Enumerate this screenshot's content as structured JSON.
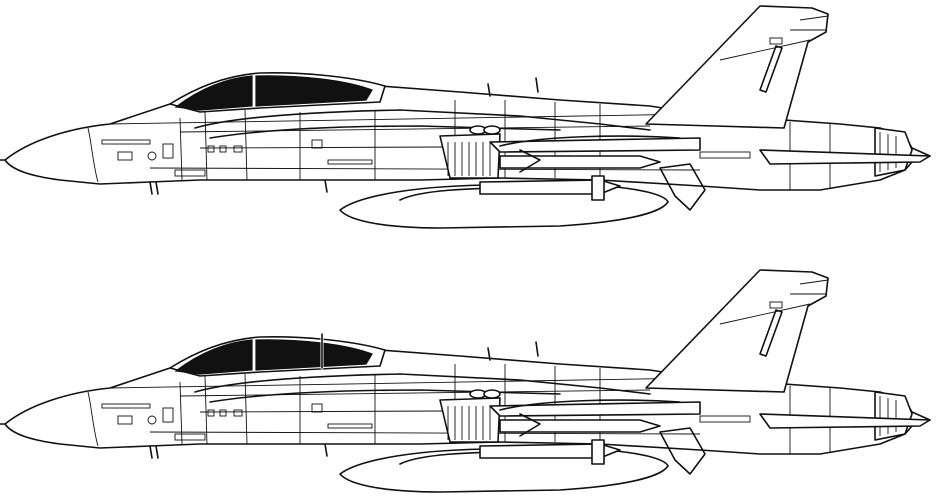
{
  "figure": {
    "background": "#ffffff",
    "line_color": "#111111",
    "canopy_color": "#111111"
  },
  "aircraft": [
    {
      "id": "single-seat",
      "seats": 1,
      "icon": "fighter-jet-side-profile-icon"
    },
    {
      "id": "two-seat",
      "seats": 2,
      "icon": "fighter-jet-side-profile-icon"
    }
  ]
}
